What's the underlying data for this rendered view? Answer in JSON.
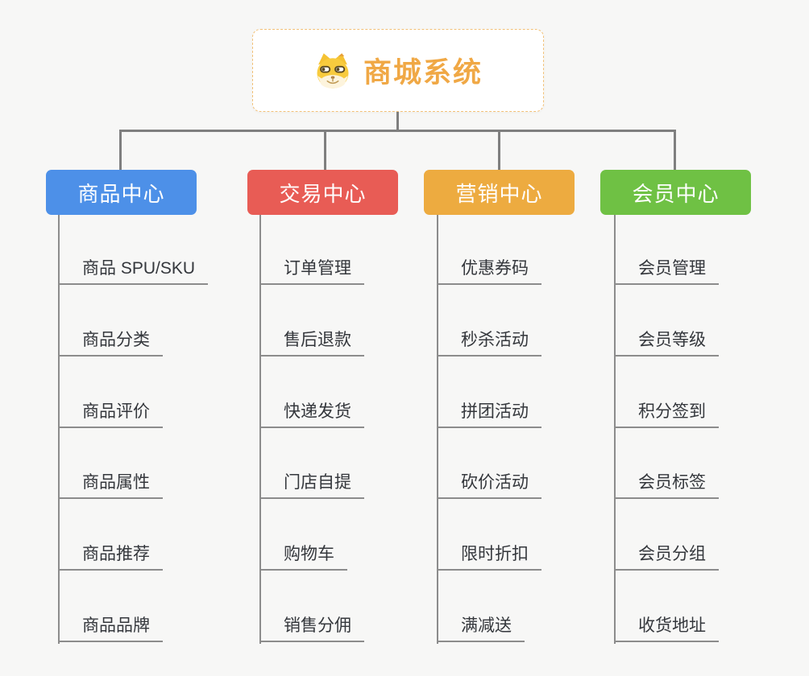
{
  "root": {
    "title": "商城系统",
    "icon": "doge-icon"
  },
  "branches": [
    {
      "label": "商品中心",
      "color": "#4d90e8",
      "items": [
        "商品 SPU/SKU",
        "商品分类",
        "商品评价",
        "商品属性",
        "商品推荐",
        "商品品牌"
      ]
    },
    {
      "label": "交易中心",
      "color": "#e85c55",
      "items": [
        "订单管理",
        "售后退款",
        "快递发货",
        "门店自提",
        "购物车",
        "销售分佣"
      ]
    },
    {
      "label": "营销中心",
      "color": "#edab40",
      "items": [
        "优惠券码",
        "秒杀活动",
        "拼团活动",
        "砍价活动",
        "限时折扣",
        "满减送"
      ]
    },
    {
      "label": "会员中心",
      "color": "#6fc144",
      "items": [
        "会员管理",
        "会员等级",
        "积分签到",
        "会员标签",
        "会员分组",
        "收货地址"
      ]
    }
  ],
  "colors": {
    "background": "#f7f7f6",
    "connector": "#7f7f7f",
    "leaf_underline": "#8c8c8c",
    "root_border": "#f2c178",
    "root_title": "#f0a845",
    "leaf_text": "#34373c"
  }
}
